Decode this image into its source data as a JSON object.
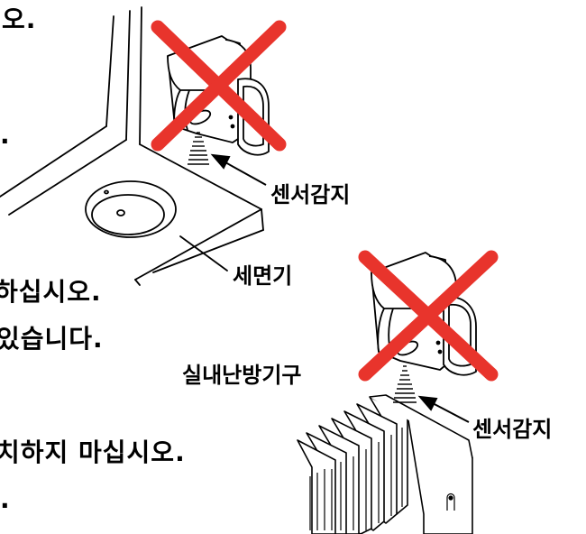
{
  "text_fragments": {
    "line1": "오.",
    "line2": ".",
    "line3": "하십시오.",
    "line4": "있습니다.",
    "line5": "치하지 마십시오.",
    "line6": "."
  },
  "labels": {
    "sensor_top": "센서감지",
    "sink": "세면기",
    "heater": "실내난방기구",
    "sensor_bottom": "센서감지"
  },
  "colors": {
    "cross": "#e8342c",
    "ink": "#000000"
  },
  "icons": {
    "prohibited_mark": "red-x-icon"
  }
}
